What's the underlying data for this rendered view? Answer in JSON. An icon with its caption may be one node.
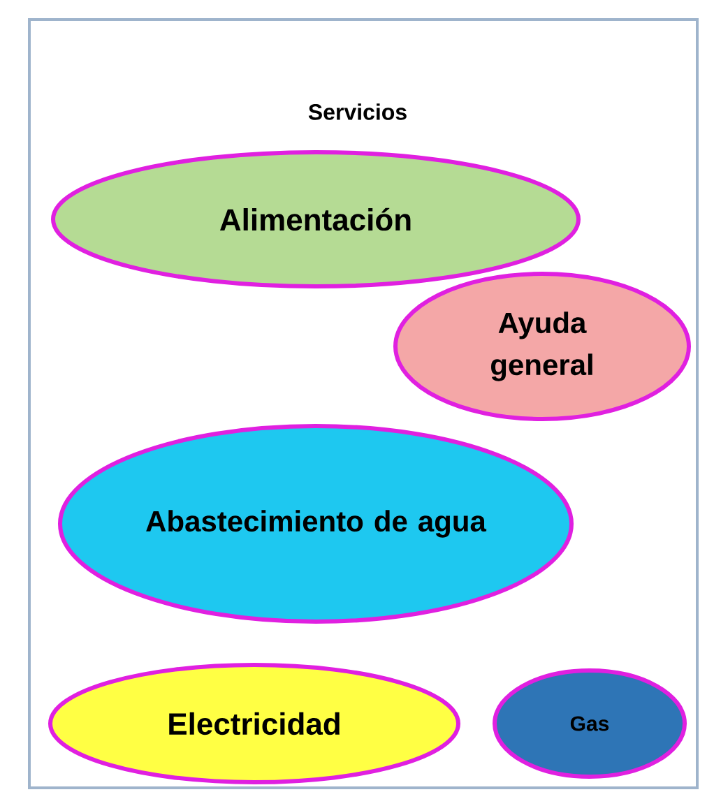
{
  "diagram": {
    "nodes": [
      {
        "text": [
          "Servicios"
        ]
      },
      {
        "text": [
          "Alimentación"
        ],
        "in": 0
      },
      {
        "text": [
          "Ayuda general"
        ],
        "in": 0
      },
      {
        "text": [
          "Abastecimiento de agua"
        ],
        "in": 0
      },
      {
        "text": [
          "Electricidad"
        ],
        "in": 0
      },
      {
        "text": [
          "Gas"
        ],
        "in": 0
      }
    ]
  }
}
